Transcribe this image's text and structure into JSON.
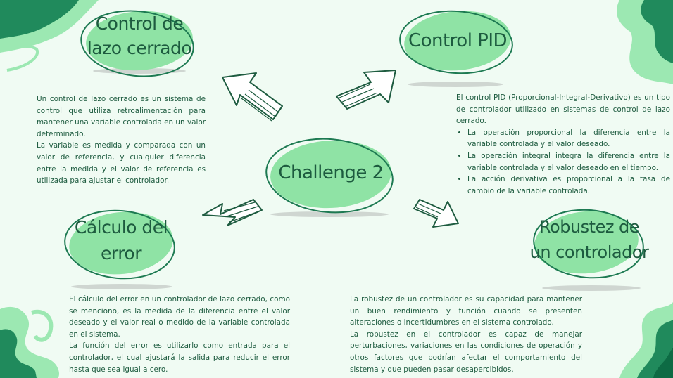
{
  "slide": {
    "center_title": "Challenge 2",
    "section_closed_loop": {
      "title_line1": "Control de",
      "title_line2": "lazo cerrado",
      "paragraphs": [
        "Un control de lazo cerrado es un sistema de control que utiliza retroalimentación para mantener una variable controlada en un valor determinado.",
        "La variable es medida y comparada con un valor de referencia, y cualquier diferencia entre la medida y el valor de referencia es utilizada para ajustar el controlador."
      ]
    },
    "section_pid": {
      "title": "Control PID",
      "intro": "El control PID (Proporcional-Integral-Derivativo) es un tipo de controlador utilizado en sistemas de control de lazo cerrado.",
      "bullets": [
        "La operación proporcional la diferencia entre la variable controlada y el valor deseado.",
        "La operación integral integra la diferencia entre la variable controlada y el valor deseado en el tiempo.",
        "La acción derivativa es proporcional a la tasa de cambio de la variable controlada."
      ]
    },
    "section_error": {
      "title_line1": "Cálculo del",
      "title_line2": "error",
      "paragraphs": [
        "El cálculo del error en un controlador de lazo cerrado, como se menciono, es la medida de la diferencia entre el valor deseado y el valor real o medido de la variable controlada en el sistema.",
        "La función del error es utilizarlo como entrada para el controlador, el cual ajustará la salida para reducir el error hasta que sea igual a cero."
      ]
    },
    "section_robustness": {
      "title_line1": "Robustez de",
      "title_line2": "un controlador",
      "paragraphs": [
        "La robustez de un controlador es su capacidad para mantener un buen rendimiento y función cuando se presenten alteraciones o incertidumbres en el sistema controlado.",
        "La robustez en el controlador es capaz de manejar perturbaciones, variaciones en las condiciones de operación y otros factores que podrían afectar el comportamiento del sistema y que pueden pasar desapercibidos."
      ]
    },
    "colors": {
      "background": "#f0fbf3",
      "blob_fill": "#8fe3a5",
      "outline": "#1d7a52",
      "text": "#1d5b3f",
      "deco_dark": "#208a5c",
      "deco_light": "#9ce8b2",
      "shadow": "#cfd6d1"
    }
  }
}
